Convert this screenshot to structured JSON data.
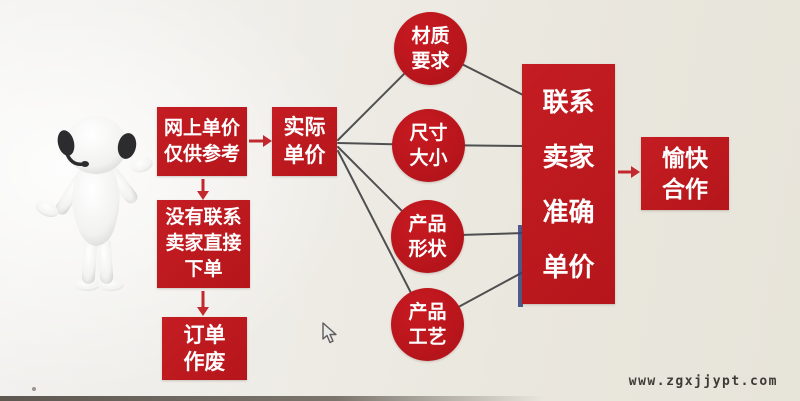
{
  "diagram": {
    "nodes": {
      "online_price": {
        "lines": [
          "网上单价",
          "仅供参考"
        ]
      },
      "actual_price": {
        "lines": [
          "实际",
          "单价"
        ]
      },
      "no_contact": {
        "lines": [
          "没有联系",
          "卖家直接",
          "下单"
        ]
      },
      "order_void": {
        "lines": [
          "订单",
          "作废"
        ]
      },
      "material": {
        "lines": [
          "材质",
          "要求"
        ]
      },
      "size": {
        "lines": [
          "尺寸",
          "大小"
        ]
      },
      "shape": {
        "lines": [
          "产品",
          "形状"
        ]
      },
      "craft": {
        "lines": [
          "产品",
          "工艺"
        ]
      },
      "contact_seller": {
        "lines": [
          "联系",
          "卖家",
          "准确",
          "单价"
        ]
      },
      "happy_coop": {
        "lines": [
          "愉快",
          "合作"
        ]
      }
    },
    "flow_summary": "网上单价仅供参考 → 实际单价 → (材质要求/尺寸大小/产品形状/产品工艺) → 联系卖家准确单价 → 愉快合作; 没有联系卖家直接下单 → 订单作废",
    "colors": {
      "node_red": "#BD1B20",
      "arrow_red": "#C2292E",
      "connector_dark": "#3A3A3C",
      "node_text": "#FFFFFF",
      "background_paper": "#EAE7DE",
      "navy_edge": "#33427C"
    }
  },
  "watermark": {
    "text": "www.zgxjjypt.com"
  }
}
